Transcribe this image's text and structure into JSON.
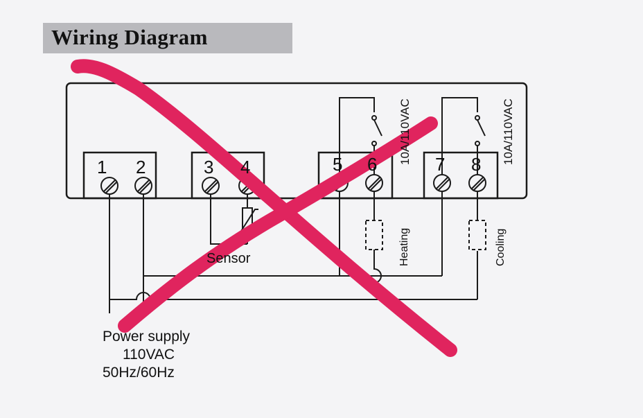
{
  "title": "Wiring Diagram",
  "terminals": [
    "1",
    "2",
    "3",
    "4",
    "5",
    "6",
    "7",
    "8"
  ],
  "sensor_label": "Sensor",
  "relay1_rating": "10A/110VAC",
  "relay2_rating": "10A/110VAC",
  "heating_label": "Heating",
  "cooling_label": "Cooling",
  "power": {
    "line1": "Power supply",
    "line2": "110VAC",
    "line3": "50Hz/60Hz"
  },
  "colors": {
    "line": "#1a1a1a",
    "cross": "#e0245e",
    "title_band": "#b9b9bd",
    "background": "#f4f4f6"
  }
}
